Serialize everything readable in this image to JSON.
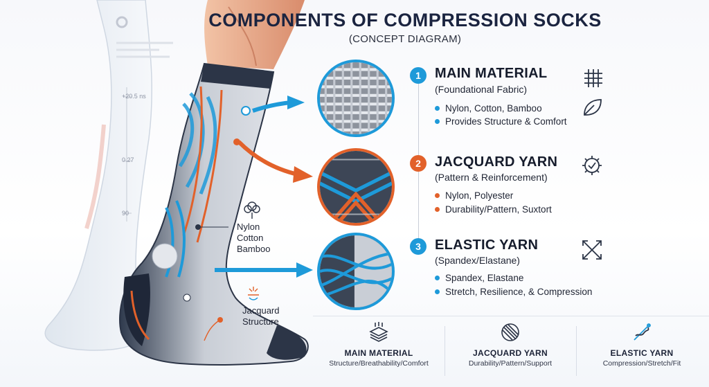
{
  "title": "Components of Compression Socks",
  "subtitle": "(Concept Diagram)",
  "faint_labels": [
    "+20.5 ns",
    "0.27",
    "90"
  ],
  "colors": {
    "blue": "#1e9ad9",
    "orange": "#e2612a",
    "navy": "#1b2440"
  },
  "sections": [
    {
      "number": "1",
      "title": "MAIN MATERIAL",
      "subtitle": "(Foundational Fabric)",
      "bullets": [
        "Nylon, Cotton, Bamboo",
        "Provides Structure & Comfort"
      ],
      "color": "#1e9ad9",
      "icons": [
        "weave-grid-icon",
        "leaf-icon"
      ]
    },
    {
      "number": "2",
      "title": "JACQUARD YARN",
      "subtitle": "(Pattern & Reinforcement)",
      "bullets": [
        "Nylon, Polyester",
        "Durability/Pattern, Suxtort"
      ],
      "color": "#e2612a",
      "icons": [
        "gear-check-icon"
      ]
    },
    {
      "number": "3",
      "title": "ELASTIC YARN",
      "subtitle": "(Spandex/Elastane)",
      "bullets": [
        "Spandex, Elastane",
        "Stretch, Resilience, & Compression"
      ],
      "color": "#1e9ad9",
      "icons": [
        "stretch-arrows-icon"
      ]
    }
  ],
  "leg_labels": {
    "main": [
      "Nylon",
      "Cotton",
      "Bamboo"
    ],
    "jacquard": [
      "Jacquard",
      "Structure"
    ]
  },
  "bottom": [
    {
      "title": "MAIN MATERIAL",
      "sub": "Structure/Breathability/Comfort",
      "icon": "layers-icon"
    },
    {
      "title": "JACQUARD YARN",
      "sub": "Durability/Pattern/Support",
      "icon": "woven-ball-icon"
    },
    {
      "title": "ELASTIC YARN",
      "sub": "Compression/Stretch/Fit",
      "icon": "yarn-needle-icon"
    }
  ]
}
